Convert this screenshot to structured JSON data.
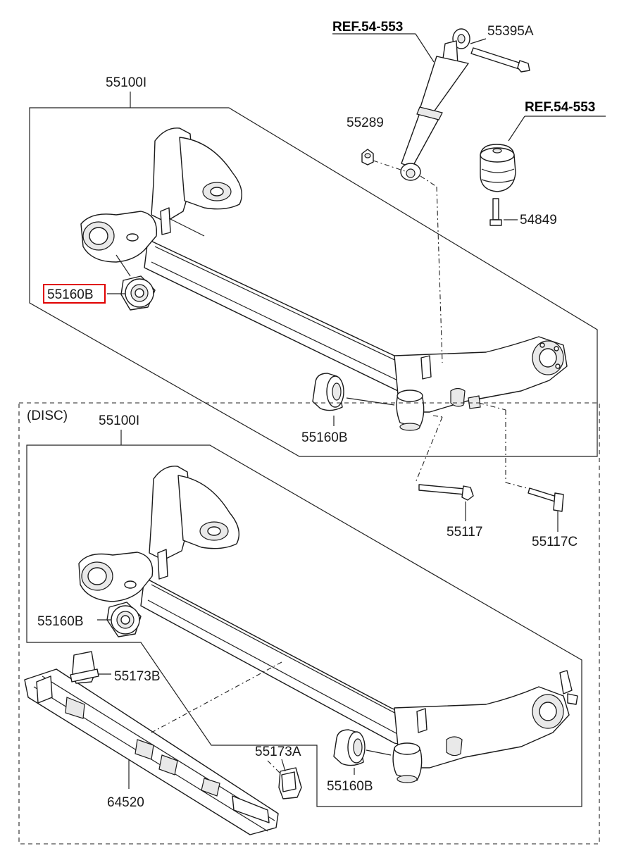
{
  "labels": {
    "ref_upper": "REF.54-553",
    "ref_mount": "REF.54-553",
    "bolt_55395a": "55395A",
    "nut_55289": "55289",
    "bolt_54849": "54849",
    "axle_upper": "55100I",
    "bushing_highlight": "55160B",
    "bushing_upper_right": "55160B",
    "bolt_55117": "55117",
    "bolt_55117c": "55117C",
    "disc_title": "(DISC)",
    "axle_lower": "55100I",
    "bushing_lower_left": "55160B",
    "bracket_55173b": "55173B",
    "bracket_55173a": "55173A",
    "bushing_lower_right": "55160B",
    "protector_64520": "64520"
  },
  "highlight": {
    "part": "55160B",
    "color": "#e00000"
  }
}
